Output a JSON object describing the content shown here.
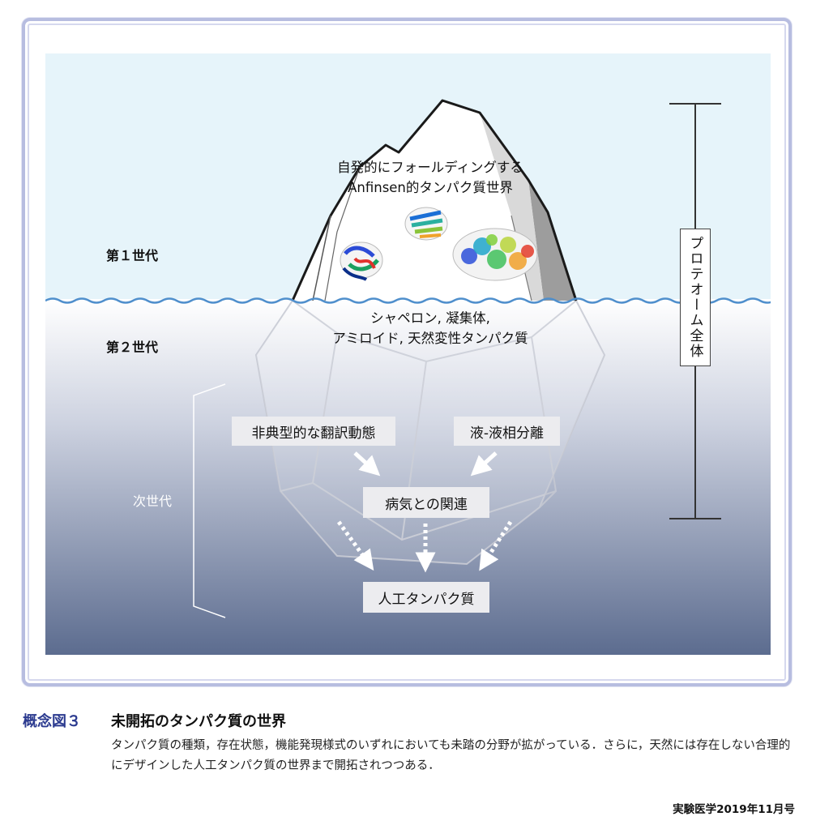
{
  "labels": {
    "gen1": "第１世代",
    "gen2": "第２世代",
    "next_gen": "次世代",
    "tip_line1": "自発的にフォールディングする",
    "tip_line2": "Anfinsen的タンパク質世界",
    "mid_line1": "シャペロン, 凝集体,",
    "mid_line2": "アミロイド, 天然変性タンパク質",
    "proteome": "プロテオーム全体"
  },
  "boxes": {
    "atypical": "非典型的な翻訳動態",
    "llps": "液-液相分離",
    "disease": "病気との関連",
    "artificial": "人工タンパク質"
  },
  "caption": {
    "number": "概念図３",
    "title": "未開拓のタンパク質の世界",
    "body": "タンパク質の種類，存在状態，機能発現様式のいずれにおいても未踏の分野が拡がっている．さらに，天然には存在しない合理的にデザインした人工タンパク質の世界まで開拓されつつある．",
    "credit": "実験医学2019年11月号"
  },
  "colors": {
    "sky": "#e6f4fa",
    "water_top": "#ffffff",
    "water_bottom": "#5c6c8f",
    "wave": "#4f8fcc",
    "frame": "#b7bde0",
    "caption_accent": "#2b3a8f"
  },
  "icons": [
    "protein-structure-icon"
  ]
}
